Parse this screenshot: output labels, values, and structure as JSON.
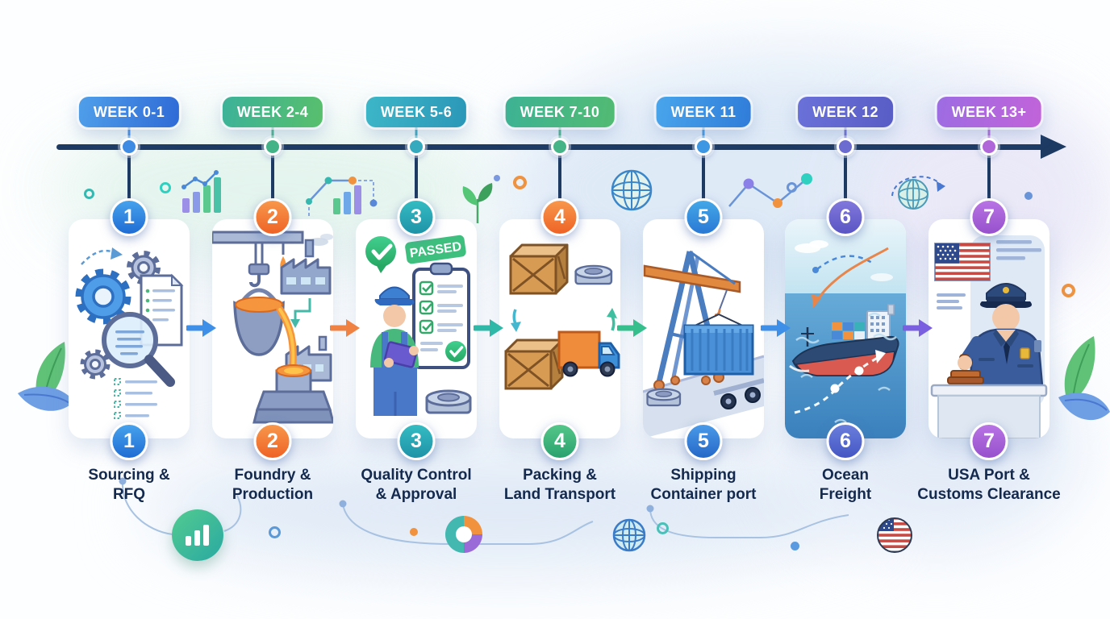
{
  "infographic_name": "china-to-usa-casting-import-timeline",
  "palette": {
    "timeline_line": "#1d3a63",
    "label_text": "#13294e",
    "card_background": "#ffffff"
  },
  "stages": [
    {
      "week_label": "WEEK 0-1",
      "number": "1",
      "title_line1": "Sourcing &",
      "title_line2": "RFQ",
      "icon": "gears-magnifier-rfq-document-illustration",
      "badge_gradient": [
        "#4f9fea",
        "#2f6ad6"
      ],
      "dot_color": "#3f8ae2",
      "top_circle_color": "#2f7ad9",
      "bottom_circle_color": "#2f7ad9",
      "arrow_to_next_color": "#3d8fe8"
    },
    {
      "week_label": "WEEK 2-4",
      "number": "2",
      "title_line1": "Foundry &",
      "title_line2": "Production",
      "icon": "foundry-ladle-molten-metal-factory-illustration",
      "badge_gradient": [
        "#3cb299",
        "#58bf6c"
      ],
      "dot_color": "#45b388",
      "top_circle_color": "#f07a35",
      "bottom_circle_color": "#f07a35",
      "arrow_to_next_color": "#f08243"
    },
    {
      "week_label": "WEEK 5-6",
      "number": "3",
      "title_line1": "Quality Control",
      "title_line2": "& Approval",
      "passed_badge": "PASSED",
      "icon": "inspector-checklist-passed-illustration",
      "badge_gradient": [
        "#3db6c8",
        "#2b97b8"
      ],
      "dot_color": "#35a9bd",
      "top_circle_color": "#28a5b4",
      "bottom_circle_color": "#28a5b4",
      "arrow_to_next_color": "#2fb8a8"
    },
    {
      "week_label": "WEEK 7-10",
      "number": "4",
      "title_line1": "Packing &",
      "title_line2": "Land Transport",
      "icon": "wooden-crates-truck-loading-illustration",
      "badge_gradient": [
        "#3db294",
        "#52bb72"
      ],
      "dot_color": "#46b487",
      "top_circle_color": "#f07a35",
      "bottom_circle_color": "#3bb47c",
      "arrow_to_next_color": "#35bf8d"
    },
    {
      "week_label": "WEEK 11",
      "number": "5",
      "title_line1": "Shipping",
      "title_line2": "Container port",
      "icon": "port-crane-shipping-container-illustration",
      "badge_gradient": [
        "#49a5ec",
        "#2f7cd9"
      ],
      "dot_color": "#3d97e2",
      "top_circle_color": "#338ede",
      "bottom_circle_color": "#3380d6",
      "arrow_to_next_color": "#3d8fe8"
    },
    {
      "week_label": "WEEK 12",
      "number": "6",
      "title_line1": "Ocean",
      "title_line2": "Freight",
      "icon": "cargo-ship-ocean-route-illustration",
      "badge_gradient": [
        "#6a71d8",
        "#585dc6"
      ],
      "dot_color": "#6b6bd0",
      "top_circle_color": "#6a63d0",
      "bottom_circle_color": "#5a6ace",
      "arrow_to_next_color": "#7a5fe0"
    },
    {
      "week_label": "WEEK 13+",
      "number": "7",
      "title_line1": "USA Port &",
      "title_line2": "Customs Clearance",
      "icon": "customs-officer-stamp-usa-flag-illustration",
      "badge_gradient": [
        "#9d6ce2",
        "#c263da"
      ],
      "dot_color": "#b066d8",
      "top_circle_color": "#a862d8",
      "bottom_circle_color": "#a862d8",
      "arrow_to_next_color": null
    }
  ],
  "decorations": [
    "bar-chart-with-trend-icon",
    "dashed-line-chart-icon",
    "sprout-leaf-icon",
    "globe-icon",
    "zigzag-trend-dots-icon",
    "globe-with-dashed-orbit-icon",
    "green-bar-chart-badge-icon",
    "donut-chart-icon",
    "small-globe-icon",
    "usa-flag-round-icon",
    "leaves-left-decoration",
    "leaves-right-decoration",
    "connector-squiggle-lines",
    "accent-rings-and-dots"
  ]
}
